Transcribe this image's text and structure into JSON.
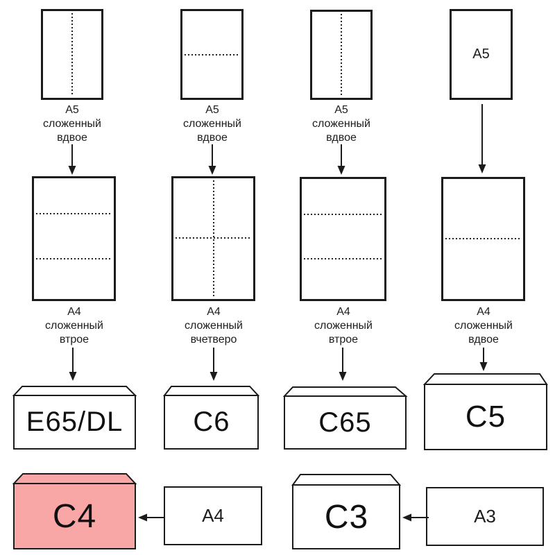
{
  "diagram_subject": "paper-folding-to-envelope-sizes",
  "colors": {
    "highlight": "#f9a6a6",
    "stroke": "#1b1b1b",
    "background": "#ffffff"
  },
  "columns": [
    {
      "top_caption": [
        "А5",
        "сложенный",
        "вдвое"
      ],
      "mid_caption": [
        "А4",
        "сложенный",
        "втрое"
      ],
      "envelope_label": "E65/DL"
    },
    {
      "top_caption": [
        "А5",
        "сложенный",
        "вдвое"
      ],
      "mid_caption": [
        "А4",
        "сложенный",
        "вчетверо"
      ],
      "envelope_label": "C6"
    },
    {
      "top_caption": [
        "А5",
        "сложенный",
        "вдвое"
      ],
      "mid_caption": [
        "А4",
        "сложенный",
        "втрое"
      ],
      "envelope_label": "C65"
    },
    {
      "paper_top_label": "A5",
      "mid_caption": [
        "А4",
        "сложенный",
        "вдвое"
      ],
      "envelope_label": "C5"
    }
  ],
  "bottom_row": [
    {
      "envelope_label": "C4",
      "paper_label": "A4",
      "highlighted": true
    },
    {
      "envelope_label": "C3",
      "paper_label": "A3",
      "highlighted": false
    }
  ]
}
